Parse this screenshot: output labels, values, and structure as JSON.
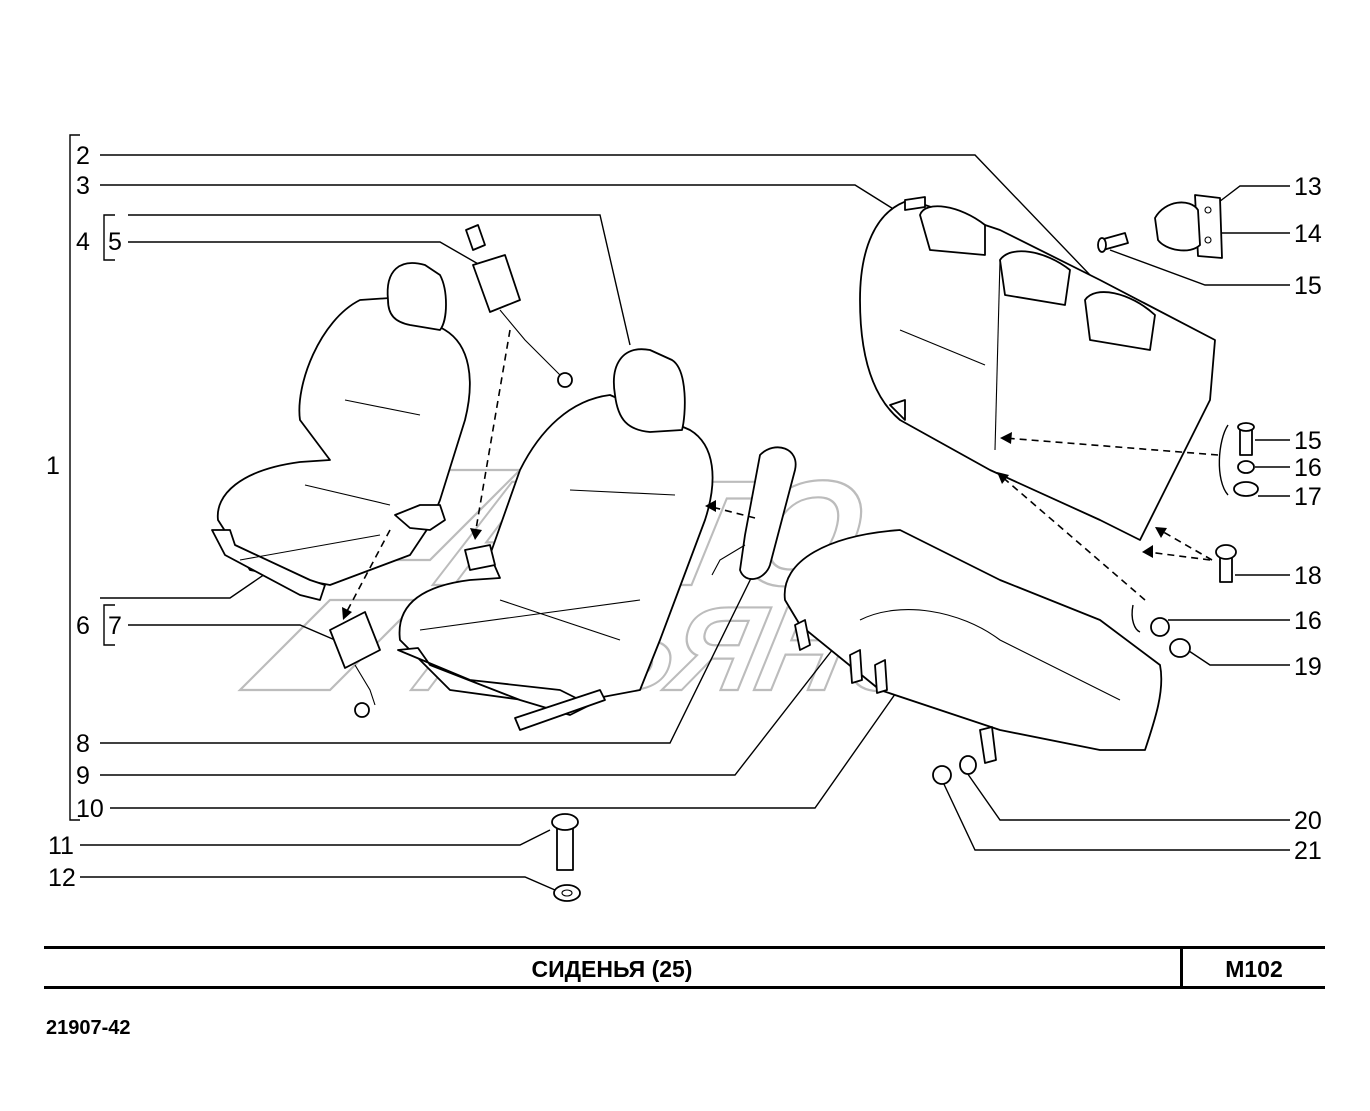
{
  "title": "СИДЕНЬЯ  (25)",
  "code": "M102",
  "doc_number": "21907-42",
  "watermark": [
    "АВТО",
    "АЛЬЯНС"
  ],
  "callouts": {
    "n1": "1",
    "n2": "2",
    "n3": "3",
    "n4": "4",
    "n5": "5",
    "n6": "6",
    "n7": "7",
    "n8": "8",
    "n9": "9",
    "n10": "10",
    "n11": "11",
    "n12": "12",
    "n13": "13",
    "n14": "14",
    "n15a": "15",
    "n15b": "15",
    "n16a": "16",
    "n16b": "16",
    "n17": "17",
    "n18": "18",
    "n19": "19",
    "n20": "20",
    "n21": "21"
  }
}
